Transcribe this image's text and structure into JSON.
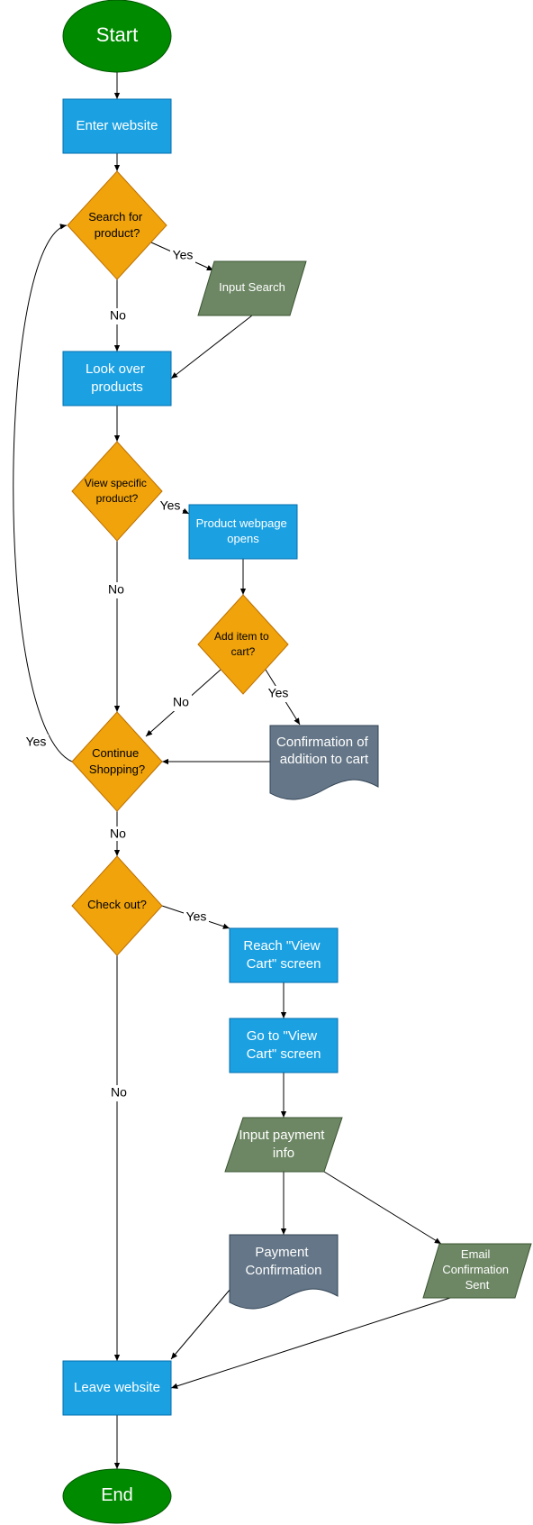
{
  "colors": {
    "terminal_fill": "#008a00",
    "terminal_stroke": "#005700",
    "process_fill": "#1ba1e2",
    "process_stroke": "#006eaf",
    "decision_fill": "#f0a30a",
    "decision_stroke": "#bd7000",
    "io_fill": "#6d8764",
    "io_stroke": "#3a5431",
    "document_fill": "#647687",
    "document_stroke": "#314354",
    "light_text": "#ffffff",
    "dark_text": "#000000"
  },
  "nodes": {
    "start": {
      "lines": [
        "Start"
      ]
    },
    "enter_website": {
      "lines": [
        "Enter website"
      ]
    },
    "search_for_product": {
      "lines": [
        "Search for",
        "product?"
      ]
    },
    "input_search": {
      "lines": [
        "Input Search"
      ]
    },
    "look_over_products": {
      "lines": [
        "Look over",
        "products"
      ]
    },
    "view_specific_product": {
      "lines": [
        "View specific",
        "product?"
      ]
    },
    "product_webpage_opens": {
      "lines": [
        "Product webpage",
        "opens"
      ]
    },
    "add_item_to_cart": {
      "lines": [
        "Add item to",
        "cart?"
      ]
    },
    "confirmation_of_addition": {
      "lines": [
        "Confirmation of",
        "addition to cart"
      ]
    },
    "continue_shopping": {
      "lines": [
        "Continue",
        "Shopping?"
      ]
    },
    "check_out": {
      "lines": [
        "Check out?"
      ]
    },
    "reach_view_cart": {
      "lines": [
        "Reach \"View",
        "Cart\" screen"
      ]
    },
    "go_to_view_cart": {
      "lines": [
        "Go to \"View",
        "Cart\" screen"
      ]
    },
    "input_payment_info": {
      "lines": [
        "Input payment",
        "info"
      ]
    },
    "payment_confirmation": {
      "lines": [
        "Payment",
        "Confirmation"
      ]
    },
    "email_confirmation_sent": {
      "lines": [
        "Email",
        "Confirmation",
        "Sent"
      ]
    },
    "leave_website": {
      "lines": [
        "Leave website"
      ]
    },
    "end": {
      "lines": [
        "End"
      ]
    }
  },
  "edge_labels": {
    "search_yes": "Yes",
    "search_no": "No",
    "view_yes": "Yes",
    "view_no": "No",
    "add_no": "No",
    "add_yes": "Yes",
    "continue_yes": "Yes",
    "continue_no": "No",
    "checkout_yes": "Yes",
    "checkout_no": "No"
  }
}
